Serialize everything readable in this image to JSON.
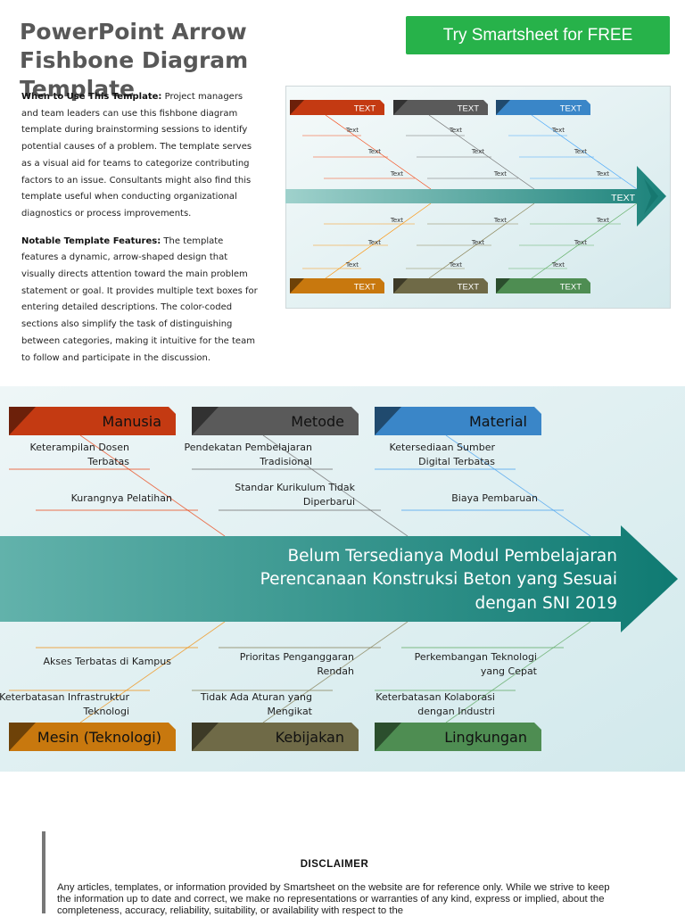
{
  "header": {
    "title": "PowerPoint Arrow Fishbone Diagram Template",
    "cta_label": "Try Smartsheet for FREE"
  },
  "description": {
    "when_heading": "When to Use This Template:",
    "when_text": " Project managers and team leaders can use this fishbone diagram template during brainstorming sessions to identify potential causes of a problem. The template serves as a visual aid for teams to categorize contributing factors to an issue. Consultants might also find this template useful when conducting organizational diagnostics or process improvements.",
    "features_heading": "Notable Template Features:",
    "features_text": " The template features a dynamic, arrow-shaped design that visually directs attention toward the main problem statement or goal. It provides multiple text boxes for entering detailed descriptions. The color-coded sections also simplify the task of distinguishing between categories, making it intuitive for the team to follow and participate in the discussion."
  },
  "thumbnail": {
    "head_label": "TEXT",
    "category_label": "TEXT",
    "cause_label": "Text"
  },
  "diagram": {
    "head": {
      "line1": "Belum Tersedianya Modul Pembelajaran",
      "line2": "Perencanaan Konstruksi Beton yang Sesuai",
      "line3": "dengan SNI 2019"
    },
    "top_categories": [
      {
        "label": "Manusia",
        "color": "#c43a12",
        "causes": [
          [
            "Keterampilan Dosen",
            "Terbatas"
          ],
          [
            "Kurangnya Pelatihan"
          ]
        ]
      },
      {
        "label": "Metode",
        "color": "#5a5a5a",
        "causes": [
          [
            "Pendekatan Pembelajaran",
            "Tradisional"
          ],
          [
            "Standar Kurikulum Tidak",
            "Diperbarui"
          ]
        ]
      },
      {
        "label": "Material",
        "color": "#3a86c8",
        "causes": [
          [
            "Ketersediaan Sumber",
            "Digital Terbatas"
          ],
          [
            "Biaya Pembaruan"
          ]
        ]
      }
    ],
    "bottom_categories": [
      {
        "label": "Mesin (Teknologi)",
        "color": "#c8780e",
        "causes": [
          [
            "Akses Terbatas di Kampus"
          ],
          [
            "Keterbatasan Infrastruktur",
            "Teknologi"
          ]
        ]
      },
      {
        "label": "Kebijakan",
        "color": "#6f6a47",
        "causes": [
          [
            "Prioritas Penganggaran",
            "Rendah"
          ],
          [
            "Tidak Ada Aturan yang",
            "Mengikat"
          ]
        ]
      },
      {
        "label": "Lingkungan",
        "color": "#4e8d52",
        "causes": [
          [
            "Perkembangan Teknologi",
            "yang Cepat"
          ],
          [
            "Keterbatasan Kolaborasi",
            "dengan Industri"
          ]
        ]
      }
    ]
  },
  "disclaimer": {
    "title": "DISCLAIMER",
    "text": "Any articles, templates, or information provided by Smartsheet on the website are for reference only. While we strive to keep the information up to date and correct, we make no representations or warranties of any kind, express or implied, about the completeness, accuracy, reliability, suitability, or availability with respect to the"
  }
}
